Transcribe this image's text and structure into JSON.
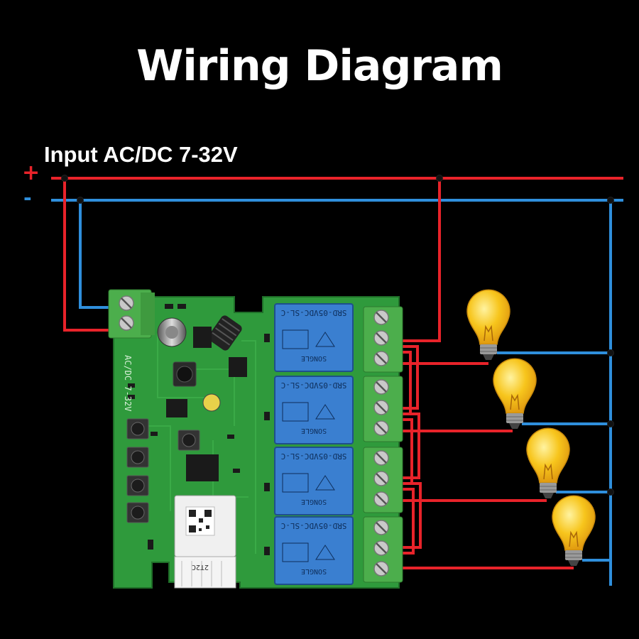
{
  "title": "Wiring Diagram",
  "input_label": "Input AC/DC 7-32V",
  "polarity": {
    "positive": "+",
    "negative": "-"
  },
  "board": {
    "pcb_label": "AC/DC 7-32V",
    "module_label": "2T2C",
    "relay_model": "SRD-05VDC-SL-C",
    "relay_brand": "SONGLE"
  },
  "colors": {
    "positive_wire": "#e8232a",
    "negative_wire": "#2f8fdc",
    "pcb": "#2f9a3c",
    "relay": "#3a7fd0",
    "terminal": "#4cae4c",
    "bulb": "#f5c21a"
  },
  "loads": [
    {
      "icon": "light-bulb-icon"
    },
    {
      "icon": "light-bulb-icon"
    },
    {
      "icon": "light-bulb-icon"
    },
    {
      "icon": "light-bulb-icon"
    }
  ]
}
